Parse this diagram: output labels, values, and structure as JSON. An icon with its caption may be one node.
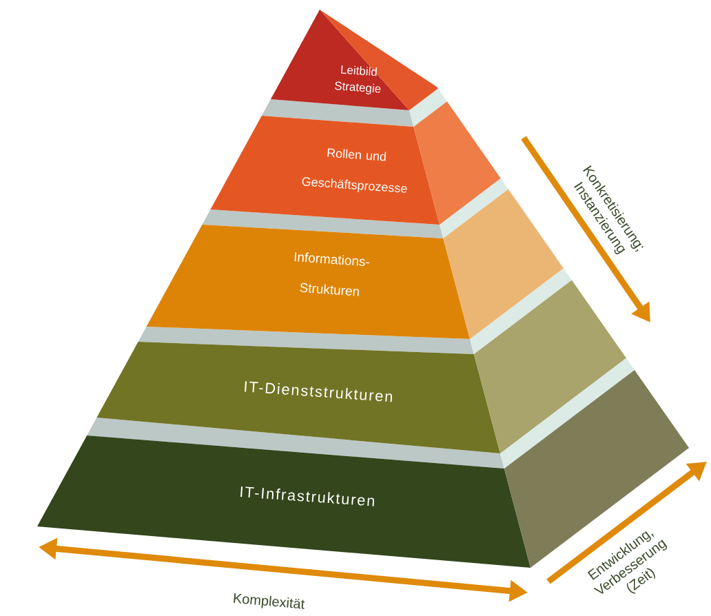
{
  "diagram": {
    "nodes": [
      {
        "text": [
          "Leitbild Strategie"
        ]
      },
      {
        "text": [
          "Rollen und Geschäftsprozesse"
        ]
      },
      {
        "text": [
          "Informations- Strukturen"
        ]
      },
      {
        "text": [
          "IT-Dienststrukturen"
        ]
      },
      {
        "text": [
          "IT-Infrastrukturen"
        ]
      }
    ],
    "labels": [
      "Konkretisierung; Instanzierung",
      "Komplexität",
      "Entwicklung, Verbesserung (Zeit)"
    ]
  }
}
